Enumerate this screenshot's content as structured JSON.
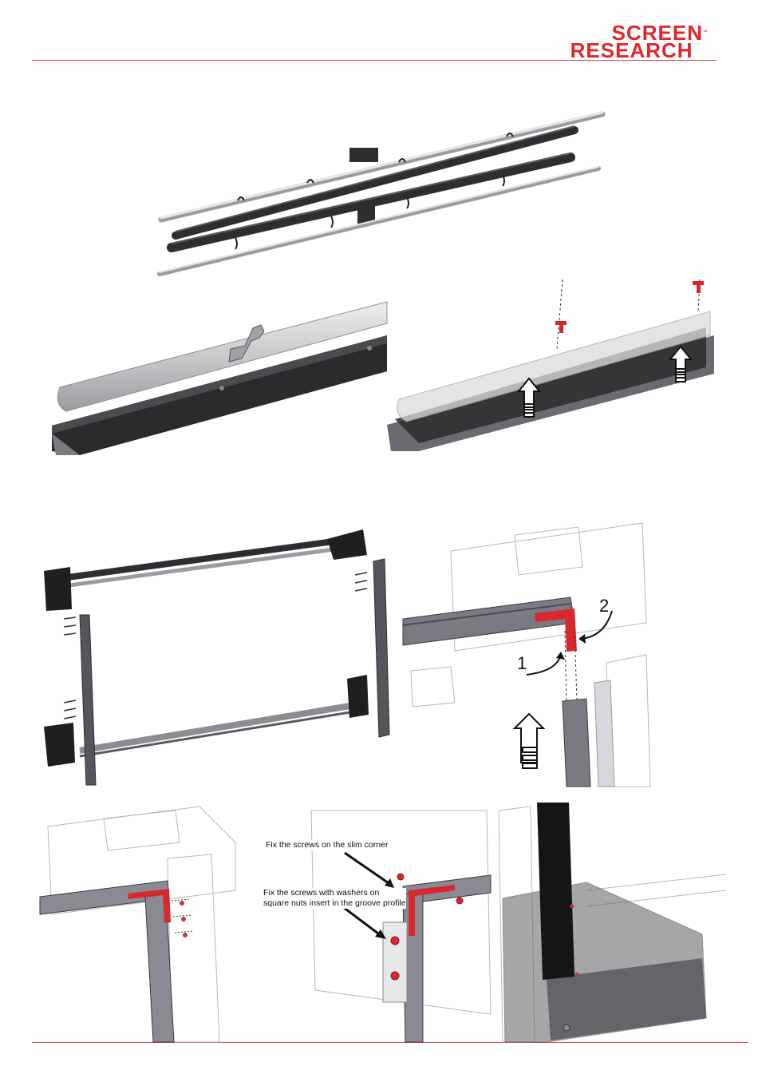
{
  "header": {
    "logo_line1": "SCREEN",
    "logo_line2": "RESEARCH",
    "logo_tm": "™"
  },
  "colors": {
    "accent_red": "#e0262c",
    "profile_dark": "#2e2e30",
    "profile_grey": "#8c8c92",
    "rod_light": "#d4d4d8"
  },
  "figures": {
    "step_labels": [
      "1",
      "2"
    ],
    "note_slim_corner": "Fix the screws on the slim corner",
    "note_washers_line1": "Fix the screws with washers on",
    "note_washers_line2": "square nuts insert in the groove profile"
  }
}
